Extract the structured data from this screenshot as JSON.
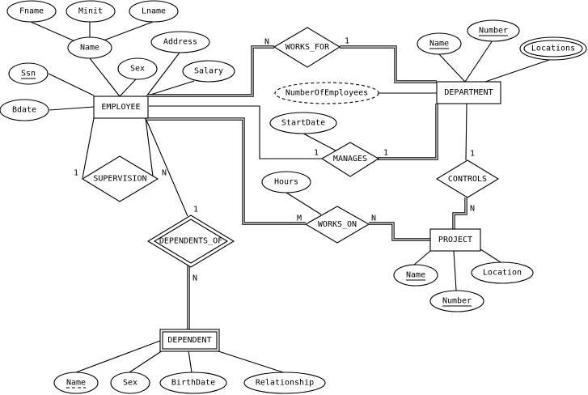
{
  "entities": {
    "employee": "EMPLOYEE",
    "department": "DEPARTMENT",
    "project": "PROJECT",
    "dependent": "DEPENDENT"
  },
  "relationships": {
    "works_for": "WORKS_FOR",
    "manages": "MANAGES",
    "works_on": "WORKS_ON",
    "controls": "CONTROLS",
    "supervision": "SUPERVISION",
    "dependents_of": "DEPENDENTS_OF"
  },
  "attributes": {
    "fname": "Fname",
    "minit": "Minit",
    "lname": "Lname",
    "emp_name": "Name",
    "address": "Address",
    "ssn": "Ssn",
    "sex": "Sex",
    "salary": "Salary",
    "bdate": "Bdate",
    "dept_name": "Name",
    "dept_number": "Number",
    "locations": "Locations",
    "number_of_employees": "NumberOfEmployees",
    "start_date": "StartDate",
    "hours": "Hours",
    "proj_name": "Name",
    "proj_number": "Number",
    "proj_location": "Location",
    "dep_name": "Name",
    "dep_sex": "Sex",
    "birth_date": "BirthDate",
    "relationship": "Relationship"
  },
  "cardinalities": {
    "works_for_emp": "N",
    "works_for_dept": "1",
    "manages_emp": "1",
    "manages_dept": "1",
    "works_on_emp": "M",
    "works_on_proj": "N",
    "controls_dept": "1",
    "controls_proj": "N",
    "supervision_left": "1",
    "supervision_right": "N",
    "dependents_of_emp": "1",
    "dependents_of_dep": "N"
  }
}
